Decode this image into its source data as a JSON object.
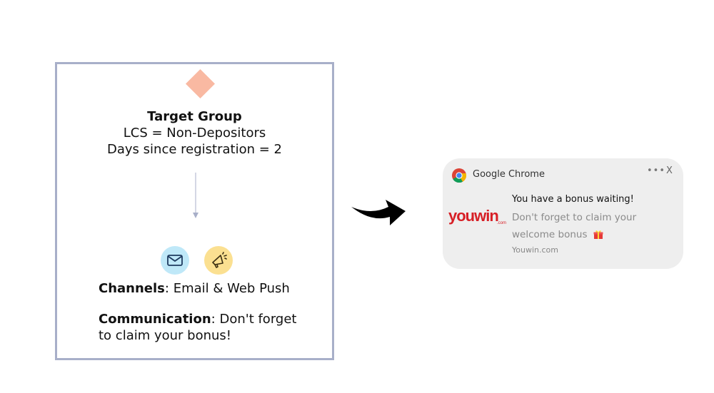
{
  "target_group": {
    "title": "Target Group",
    "line1": "LCS = Non-Depositors",
    "line2": "Days since registration = 2"
  },
  "channels": {
    "label": "Channels",
    "value": ": Email & Web Push",
    "icons": [
      "envelope-icon",
      "megaphone-icon"
    ]
  },
  "communication": {
    "label": "Communication",
    "value": ": Don't forget to claim your bonus!"
  },
  "notification": {
    "app_name": "Google Chrome",
    "menu": "•••",
    "close": "X",
    "brand": "youwin",
    "brand_suffix": ".com",
    "title": "You have a bonus waiting!",
    "body": "Don't forget to claim your welcome bonus",
    "site": "Youwin.com"
  },
  "colors": {
    "panel_border": "#a8afc9",
    "diamond": "#f9b9a2",
    "email_icon_bg": "#bfe8f8",
    "push_icon_bg": "#fbe091",
    "brand_red": "#d71f26",
    "notification_bg": "#eeeeee"
  }
}
